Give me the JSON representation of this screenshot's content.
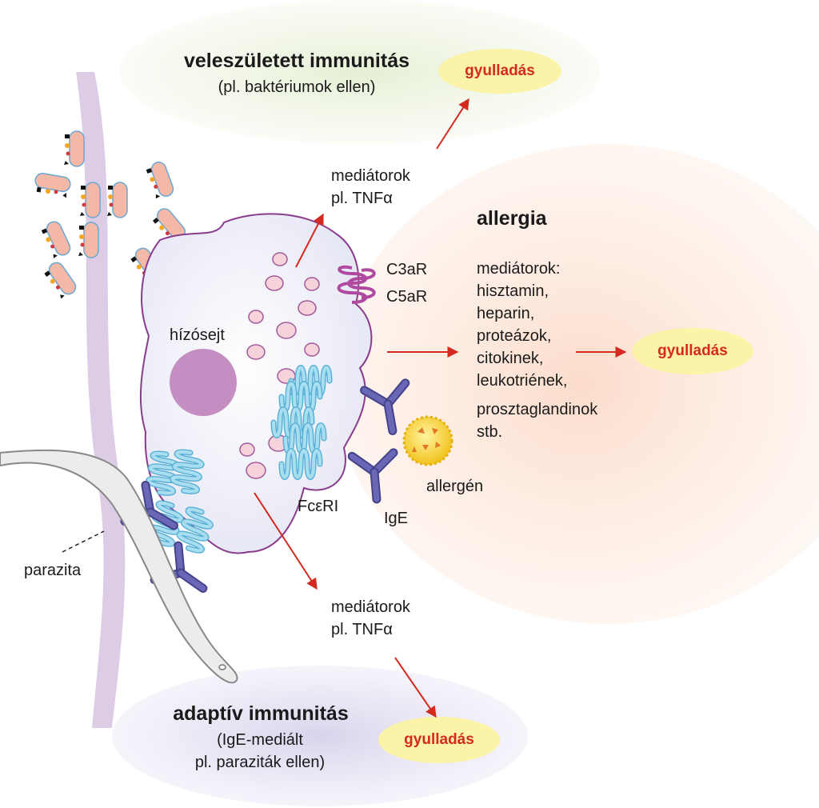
{
  "innate": {
    "title": "veleszületett immunitás",
    "subtitle": "(pl. baktériumok ellen)",
    "outcome": "gyulladás"
  },
  "allergy": {
    "title": "allergia",
    "mediators_heading": "mediátorok:",
    "mediators": [
      "hisztamin,",
      "heparin,",
      "proteázok,",
      "citokinek,",
      "leukotriének,",
      "prosztaglandinok",
      "stb."
    ],
    "outcome": "gyulladás"
  },
  "adaptive": {
    "title": "adaptív immunitás",
    "subtitle_line1": "(IgE-mediált",
    "subtitle_line2": "pl. paraziták ellen)",
    "outcome": "gyulladás"
  },
  "mediators_top": {
    "line1": "mediátorok",
    "line2": "pl. TNFα"
  },
  "mediators_bottom": {
    "line1": "mediátorok",
    "line2": "pl. TNFα"
  },
  "labels": {
    "mast_cell": "hízósejt",
    "c3ar": "C3aR",
    "c5ar": "C5aR",
    "fceri": "FcεRI",
    "ige": "IgE",
    "allergen": "allergén",
    "parasite": "parazita"
  },
  "colors": {
    "innate_zone": "#e6efd4",
    "allergy_zone": "#fde3d3",
    "adaptive_zone": "#ddd8ee",
    "inflammation_fill": "#fbf3a8",
    "inflammation_text": "#d42a1f",
    "arrow": "#d42a1f",
    "mast_cell_fill": "#eeeef8",
    "mast_cell_outline": "#8a3c8c",
    "nucleus": "#c58ec2",
    "vessel": "#d8c7e3",
    "receptor": "#8fd0ea",
    "antibody": "#5856a3",
    "allergen": "#f7d33b",
    "bacteria": "#f4b8a6"
  }
}
